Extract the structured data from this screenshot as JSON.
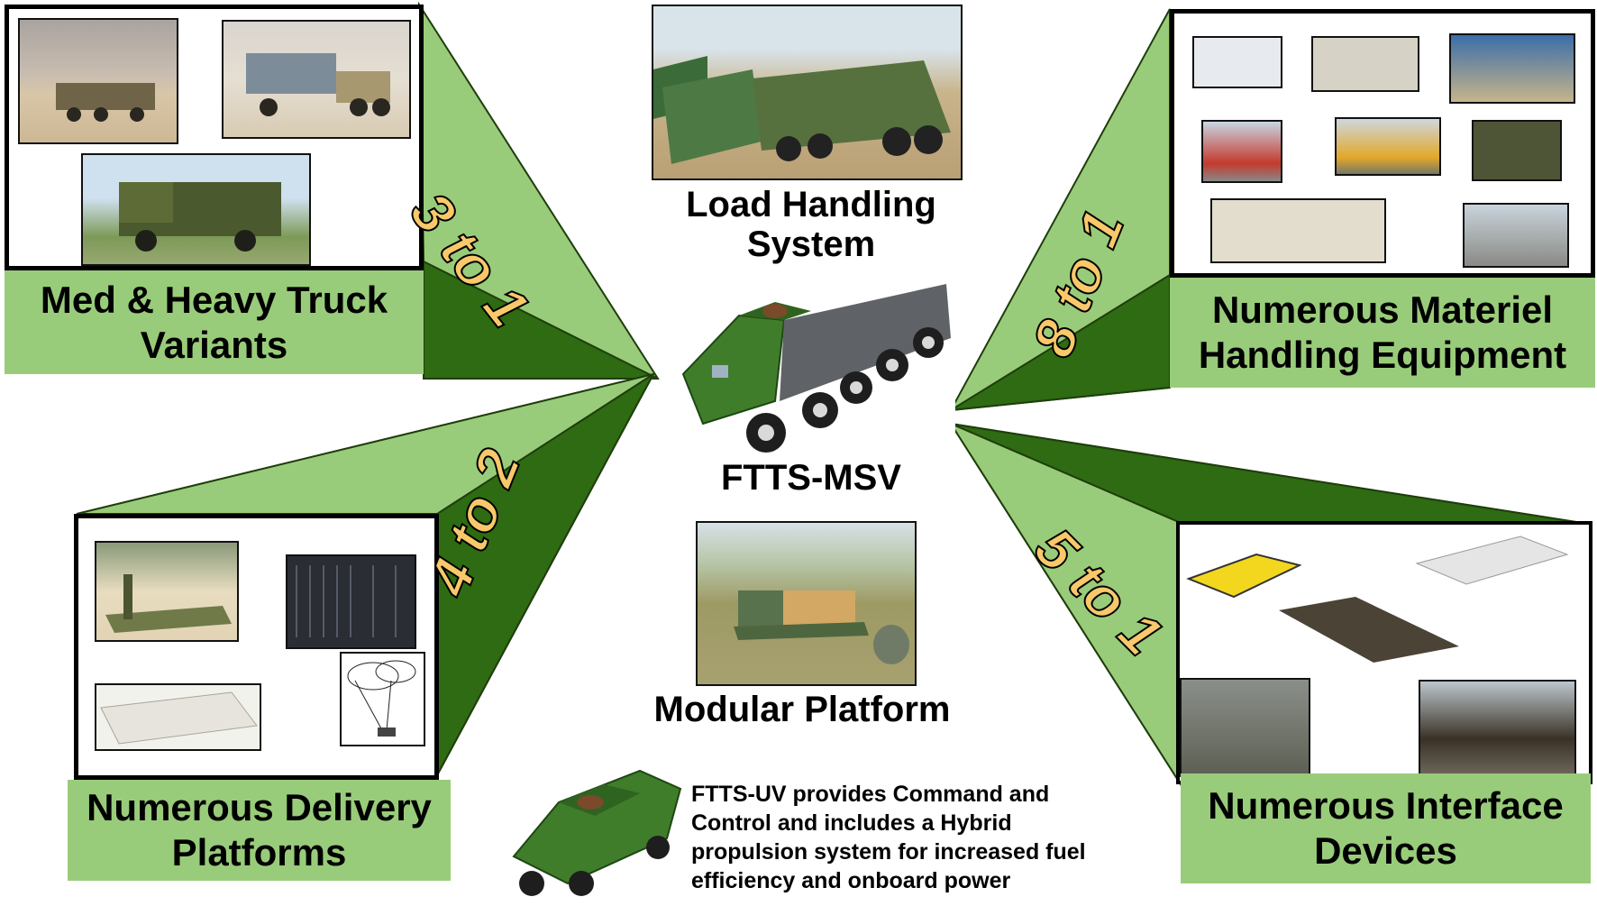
{
  "center": {
    "load_handling_title_line1": "Load Handling",
    "load_handling_title_line2": "System",
    "msv_label": "FTTS-MSV",
    "modular_platform_title": "Modular Platform",
    "uv_description": "FTTS-UV provides Command and Control and includes a Hybrid propulsion system for increased fuel efficiency and onboard power"
  },
  "panels": {
    "top_left": {
      "ratio": "3 to 1",
      "label_line1": "Med & Heavy Truck",
      "label_line2": "Variants"
    },
    "bottom_left": {
      "ratio": "4 to 2",
      "label_line1": "Numerous Delivery",
      "label_line2": "Platforms"
    },
    "top_right": {
      "ratio": "8 to 1",
      "label_line1": "Numerous Materiel",
      "label_line2": "Handling Equipment"
    },
    "bottom_right": {
      "ratio": "5 to 1",
      "label_line1": "Numerous Interface",
      "label_line2": "Devices"
    }
  },
  "colors": {
    "light_green": "#99cc7a",
    "dark_green": "#2e6b12",
    "ratio_text": "#f9c86b",
    "vehicle_green": "#3f7d2a"
  }
}
